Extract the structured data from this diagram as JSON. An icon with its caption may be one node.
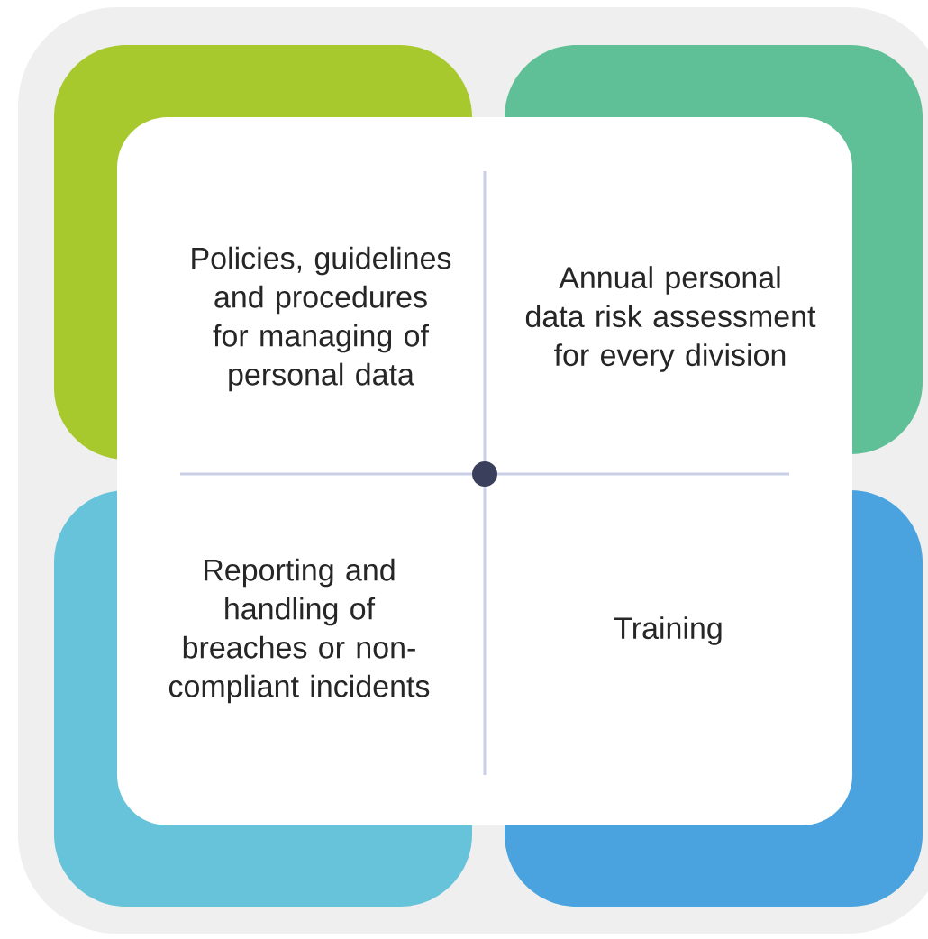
{
  "diagram": {
    "nodes": [
      {
        "text": [
          "Policies, guidelines and procedures for managing of personal data"
        ]
      },
      {
        "text": [
          "Annual personal data risk assessment for every division"
        ]
      },
      {
        "text": [
          "Reporting and handling of breaches or non-compliant incidents"
        ]
      },
      {
        "text": [
          "Training"
        ]
      }
    ]
  }
}
